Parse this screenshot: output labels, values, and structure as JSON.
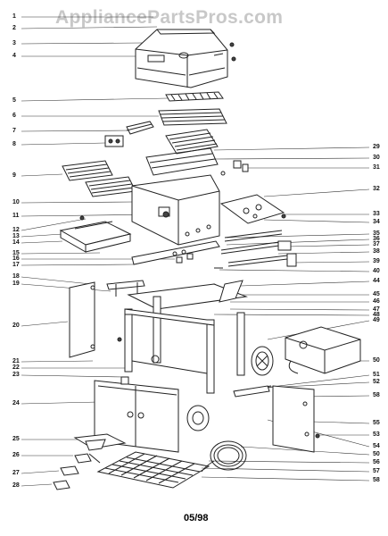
{
  "watermark": "AppliancePartsPros.com",
  "date_code": "05/98",
  "callouts_left": [
    "1",
    "2",
    "3",
    "4",
    "5",
    "6",
    "7",
    "8",
    "9",
    "10",
    "11",
    "12",
    "13",
    "14",
    "15",
    "16",
    "17",
    "18",
    "19",
    "20",
    "21",
    "22",
    "23",
    "24",
    "25",
    "26",
    "27",
    "28"
  ],
  "callouts_right": [
    "29",
    "30",
    "31",
    "32",
    "33",
    "34",
    "35",
    "36",
    "37",
    "38",
    "39",
    "40",
    "44",
    "45",
    "46",
    "47",
    "48",
    "49",
    "50",
    "51",
    "52",
    "58",
    "55",
    "53",
    "54",
    "50",
    "56",
    "57",
    "58"
  ]
}
